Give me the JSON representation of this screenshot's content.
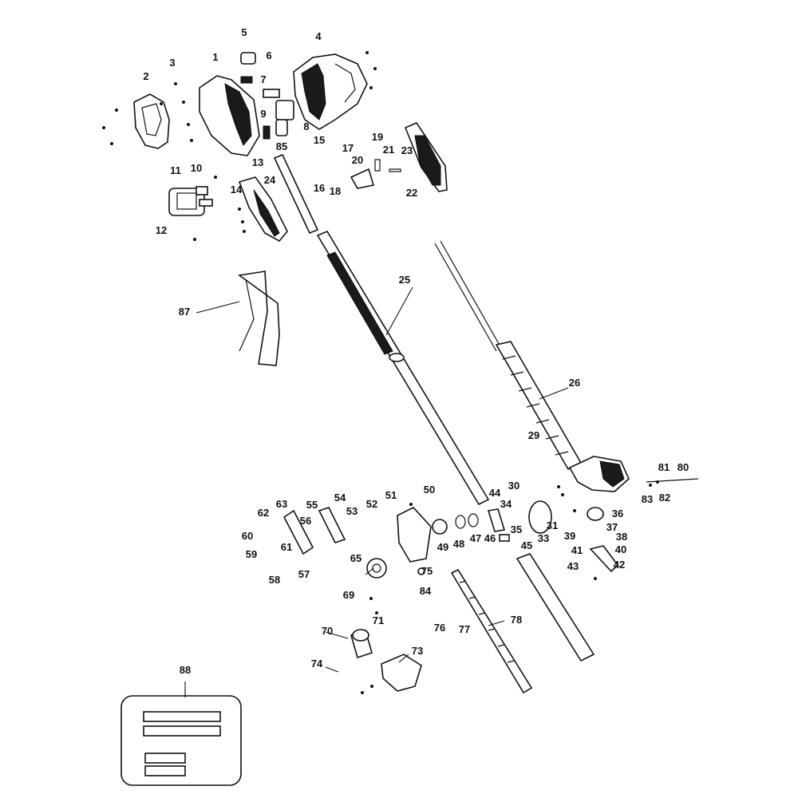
{
  "labels": [
    "1",
    "2",
    "3",
    "4",
    "5",
    "6",
    "7",
    "8",
    "9",
    "10",
    "11",
    "12",
    "13",
    "14",
    "15",
    "16",
    "17",
    "18",
    "19",
    "20",
    "21",
    "22",
    "23",
    "24",
    "25",
    "26",
    "29",
    "30",
    "31",
    "33",
    "34",
    "35",
    "36",
    "37",
    "38",
    "39",
    "40",
    "41",
    "42",
    "43",
    "44",
    "45",
    "46",
    "47",
    "48",
    "49",
    "50",
    "51",
    "52",
    "53",
    "54",
    "55",
    "56",
    "57",
    "58",
    "59",
    "60",
    "61",
    "62",
    "63",
    "65",
    "69",
    "70",
    "71",
    "73",
    "74",
    "75",
    "76",
    "77",
    "78",
    "80",
    "81",
    "82",
    "83",
    "84",
    "85",
    "87",
    "88"
  ]
}
